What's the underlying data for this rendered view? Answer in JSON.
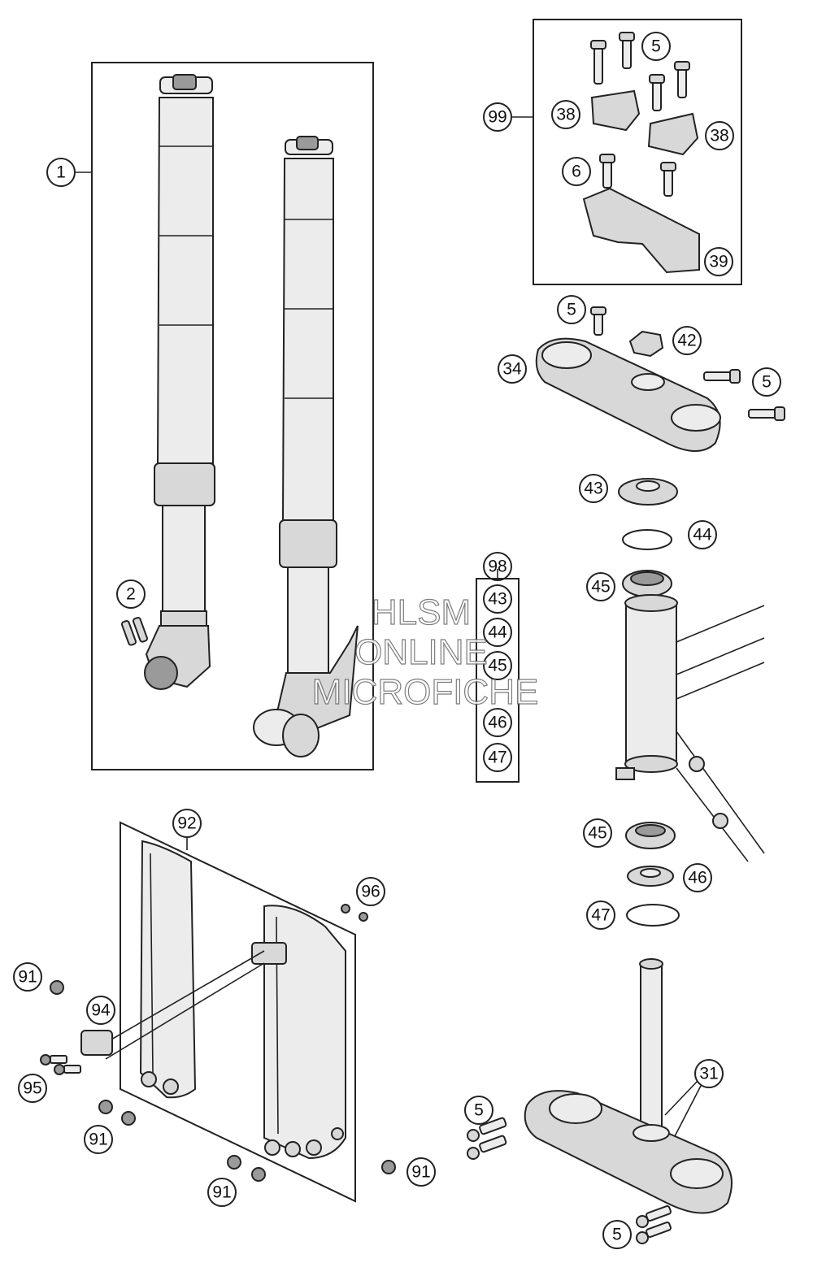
{
  "callouts": {
    "c1": "1",
    "c2": "2",
    "c5a": "5",
    "c99": "99",
    "c38a": "38",
    "c38b": "38",
    "c6": "6",
    "c39": "39",
    "c5b": "5",
    "c42": "42",
    "c34": "34",
    "c5c": "5",
    "c43": "43",
    "c44": "44",
    "c45a": "45",
    "c98": "98",
    "k43": "43",
    "k44": "44",
    "k45": "45",
    "k46": "46",
    "k47": "47",
    "c45b": "45",
    "c46": "46",
    "c47": "47",
    "c92": "92",
    "c96": "96",
    "c91a": "91",
    "c94": "94",
    "c95": "95",
    "c91b": "91",
    "c91c": "91",
    "c91d": "91",
    "c5d": "5",
    "c31": "31",
    "c5e": "5"
  },
  "watermark": {
    "line1": "HLSM",
    "line2": "ONLINE",
    "line3": "MICROFICHE"
  }
}
